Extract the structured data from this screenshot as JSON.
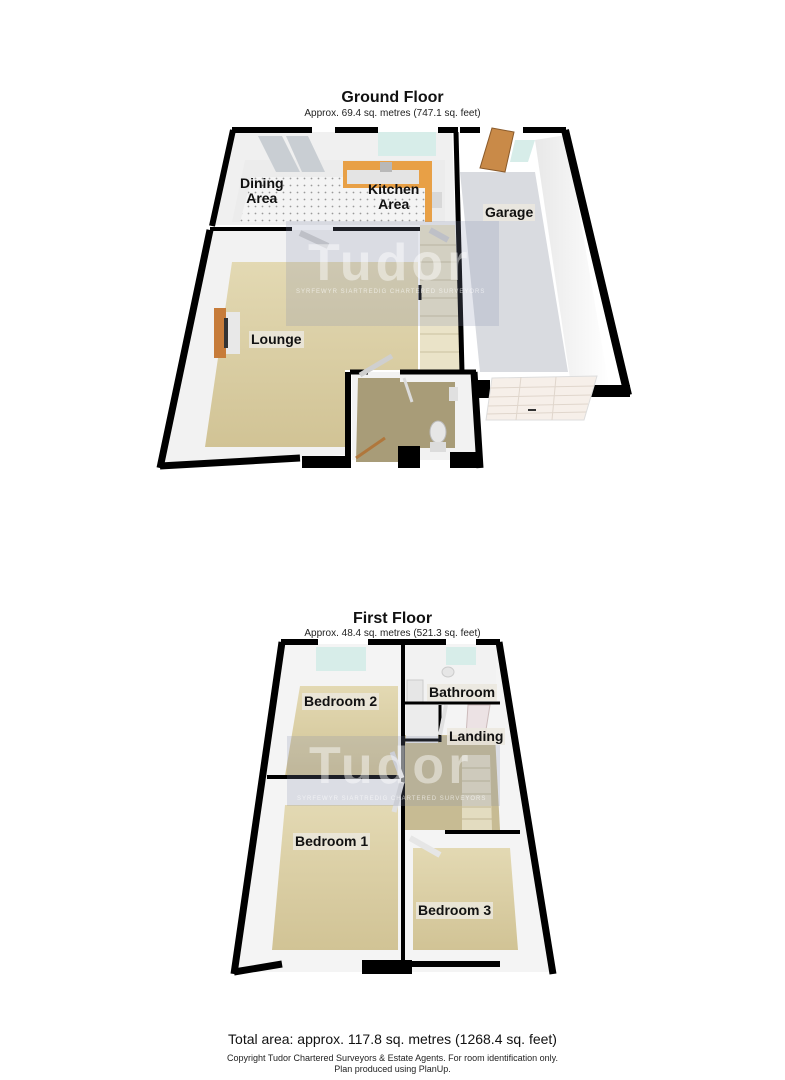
{
  "ground_floor": {
    "title": "Ground Floor",
    "area": "Approx. 69.4 sq. metres (747.1 sq. feet)",
    "rooms": {
      "dining_line1": "Dining",
      "dining_line2": "Area",
      "kitchen_line1": "Kitchen",
      "kitchen_line2": "Area",
      "garage": "Garage",
      "lounge": "Lounge"
    }
  },
  "first_floor": {
    "title": "First Floor",
    "area": "Approx. 48.4 sq. metres (521.3 sq. feet)",
    "rooms": {
      "bedroom2": "Bedroom 2",
      "bathroom": "Bathroom",
      "landing": "Landing",
      "bedroom1": "Bedroom 1",
      "bedroom3": "Bedroom 3"
    }
  },
  "watermark": {
    "brand": "Tudor",
    "subtitle": "SYRFEWYR SIARTREDIG   CHARTERED SURVEYORS"
  },
  "footer": {
    "total_area": "Total area: approx. 117.8 sq. metres (1268.4 sq. feet)",
    "copyright": "Copyright Tudor Chartered Surveyors & Estate Agents. For room identification only.",
    "produced_by": "Plan produced using PlanUp."
  },
  "colors": {
    "wall": "#000000",
    "carpet": "#d8cba0",
    "hall_floor": "#a89c78",
    "garage_floor": "#d9dbe0",
    "kitchen_worktop": "#e8a046",
    "inner_wall": "#f2f2f2"
  }
}
